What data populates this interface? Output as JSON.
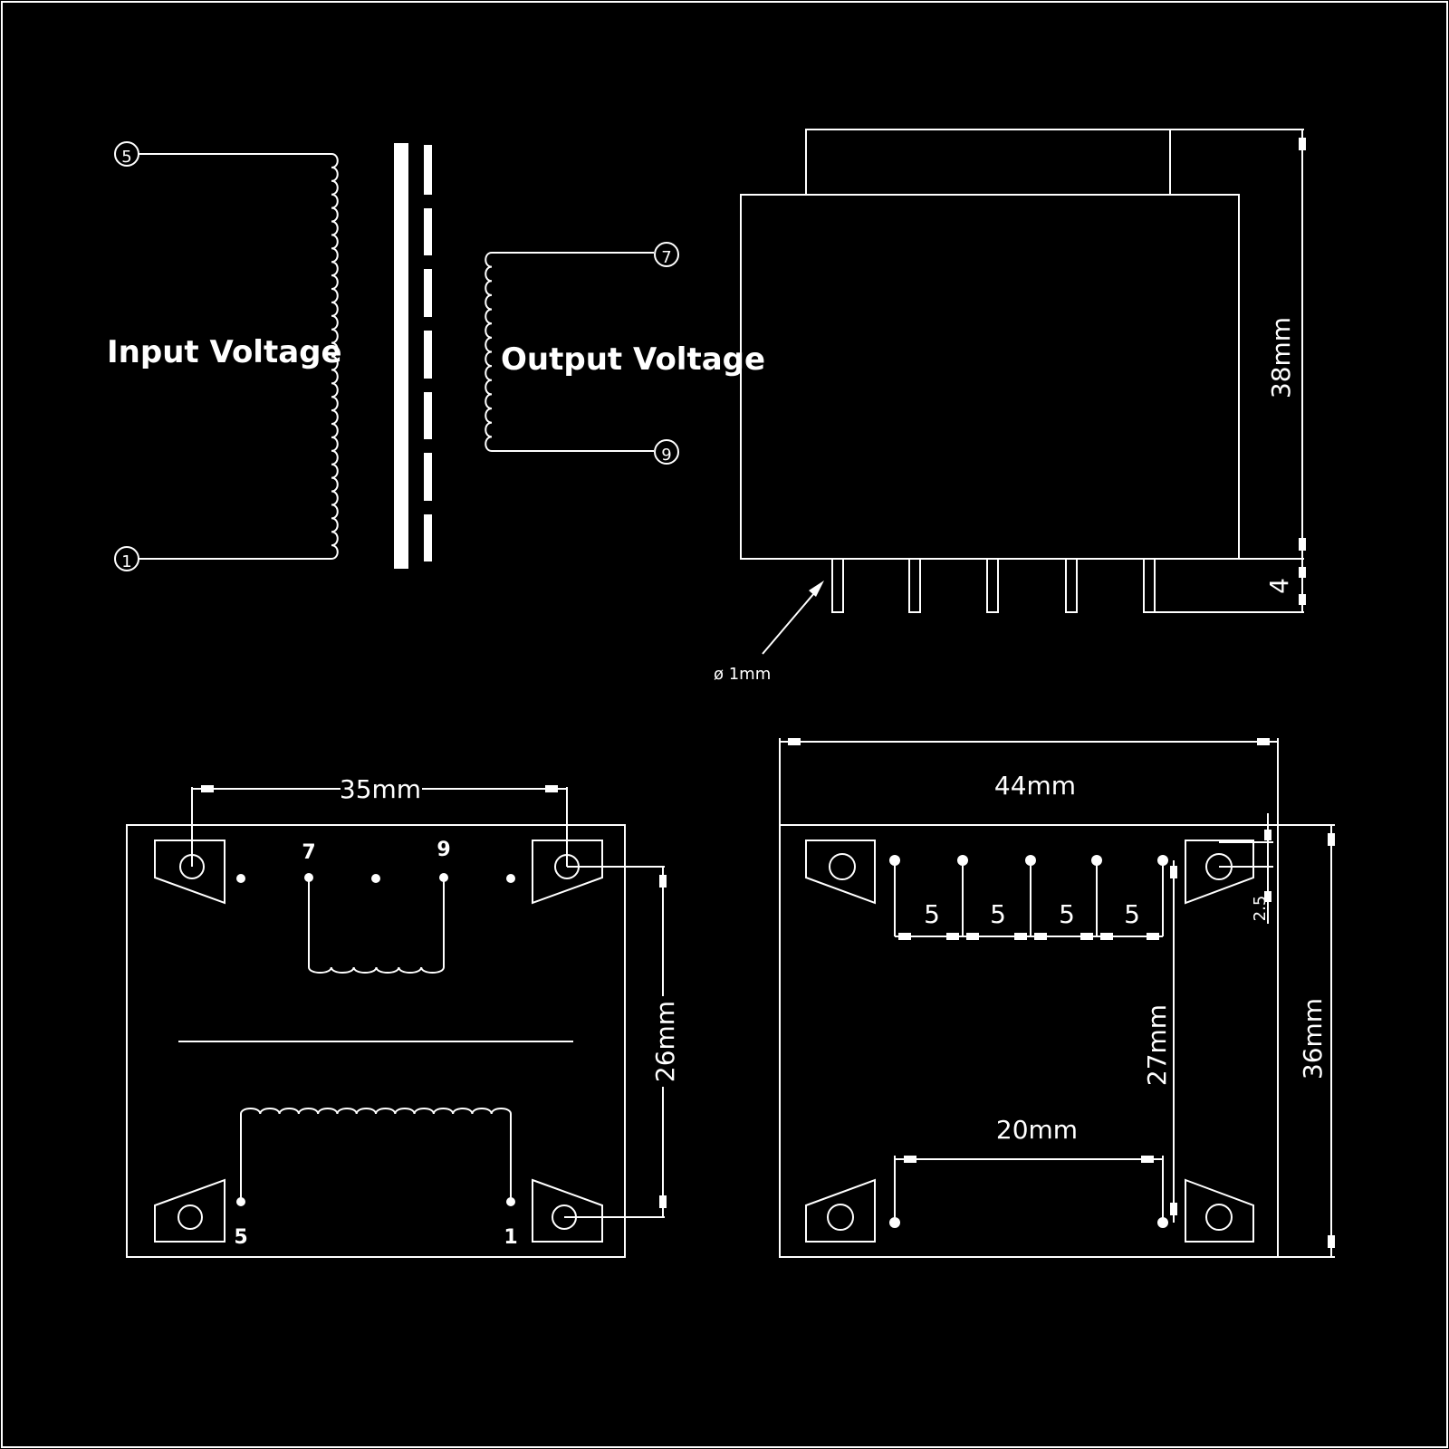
{
  "schematic": {
    "input_label": "Input Voltage",
    "output_label": "Output Voltage",
    "pins": [
      "5",
      "1",
      "7",
      "9"
    ]
  },
  "side_view": {
    "height_dim": "38mm",
    "pin_length_dim": "4",
    "pin_diameter": "ø 1mm"
  },
  "bottom_view": {
    "width_dim": "35mm",
    "height_dim": "26mm",
    "pin_labels": [
      "7",
      "9",
      "5",
      "1"
    ]
  },
  "footprint_view": {
    "width_dim": "44mm",
    "height_dim": "36mm",
    "pitch_labels": [
      "5",
      "5",
      "5",
      "5"
    ],
    "offset_dim": "2.5",
    "row_spacing_dim": "27mm",
    "lower_span_dim": "20mm"
  }
}
